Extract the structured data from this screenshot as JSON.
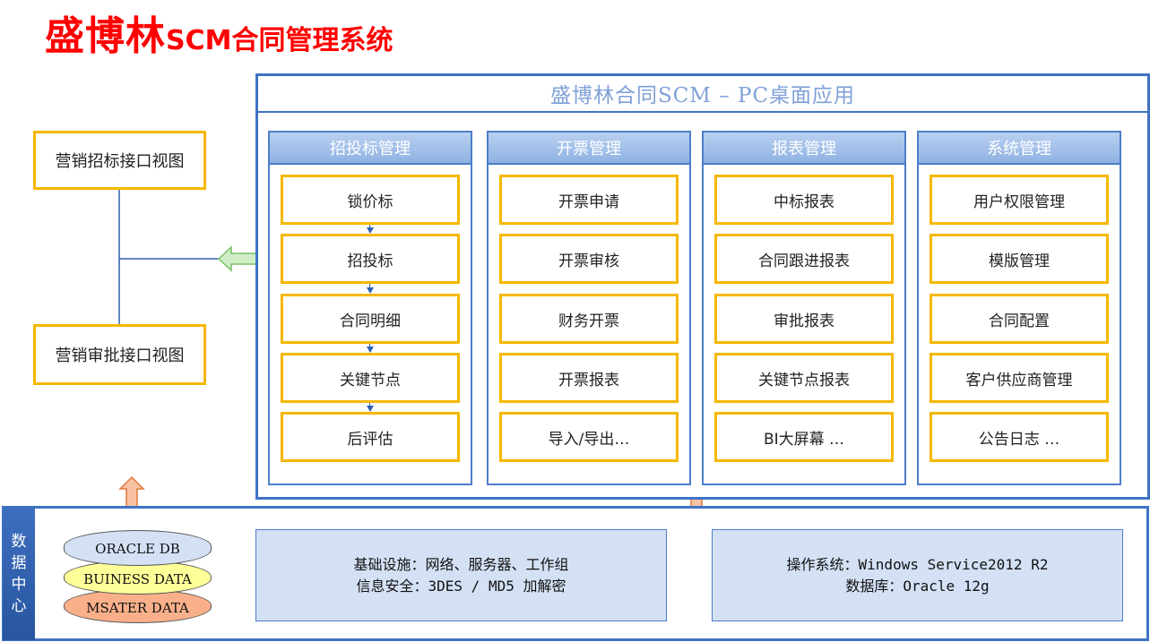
{
  "title": {
    "brand": "盛博林",
    "rest": "SCM合同管理系统"
  },
  "left_views": [
    "营销招标接口视图",
    "营销审批接口视图"
  ],
  "app": {
    "title": "盛博林合同SCM  –  PC桌面应用",
    "columns": [
      {
        "header": "招投标管理",
        "items": [
          "锁价标",
          "招投标",
          "合同明细",
          "关键节点",
          "后评估"
        ]
      },
      {
        "header": "开票管理",
        "items": [
          "开票申请",
          "开票审核",
          "财务开票",
          "开票报表",
          "导入/导出…"
        ]
      },
      {
        "header": "报表管理",
        "items": [
          "中标报表",
          "合同跟进报表",
          "审批报表",
          "关键节点报表",
          "BI大屏幕 …"
        ]
      },
      {
        "header": "系统管理",
        "items": [
          "用户权限管理",
          "模版管理",
          "合同配置",
          "客户供应商管理",
          "公告日志 …"
        ]
      }
    ]
  },
  "data_center": {
    "label_chars": [
      "数",
      "据",
      "中",
      "心"
    ],
    "db_layers": [
      "ORACLE DB",
      "BUINESS DATA",
      "MSATER DATA"
    ],
    "infra": {
      "line1": "基础设施：网络、服务器、工作组",
      "line2": "信息安全：3DES / MD5 加解密"
    },
    "os": {
      "line1": "操作系统：Windows Service2012 R2",
      "line2": "数据库：Oracle 12g"
    }
  },
  "colors": {
    "title_red": "#ff0000",
    "item_border": "#f5b800",
    "frame_blue": "#3f73c5",
    "header_blue": "#8fb2e3",
    "info_fill": "#d4e1f5",
    "db_top": "#d4e1f5",
    "db_mid": "#ffff99",
    "db_bottom": "#f9b08a",
    "arrow_green": "#cfeec6",
    "arrow_orange": "#f9c3a3"
  }
}
